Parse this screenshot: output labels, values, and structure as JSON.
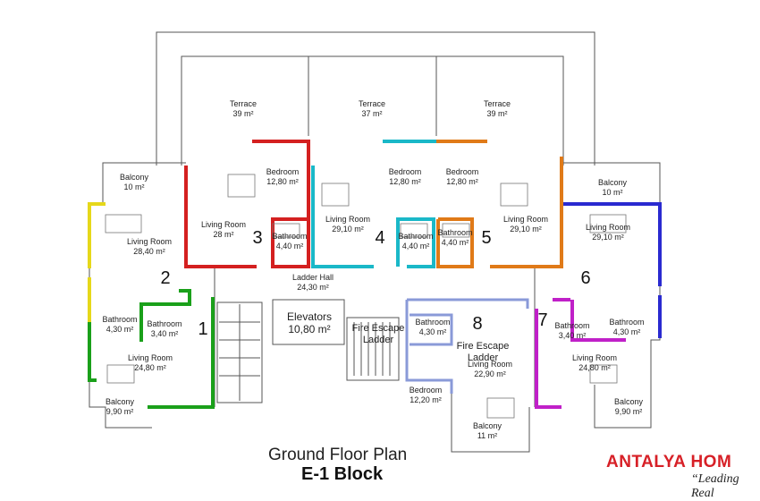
{
  "plan": {
    "title": "Ground Floor Plan",
    "subtitle": "E-1 Block"
  },
  "brand": {
    "name": "ANTALYA HOM",
    "tagline": "“Leading Real"
  },
  "unit_numbers": [
    "1",
    "2",
    "3",
    "4",
    "5",
    "6",
    "7",
    "8"
  ],
  "rooms": {
    "terrace_left": {
      "name": "Terrace",
      "area": "39 m²"
    },
    "terrace_mid": {
      "name": "Terrace",
      "area": "37 m²"
    },
    "terrace_right": {
      "name": "Terrace",
      "area": "39 m²"
    },
    "balcony_tl": {
      "name": "Balcony",
      "area": "10 m²"
    },
    "balcony_tr": {
      "name": "Balcony",
      "area": "10 m²"
    },
    "bedroom_3": {
      "name": "Bedroom",
      "area": "12,80 m²"
    },
    "bedroom_4": {
      "name": "Bedroom",
      "area": "12,80 m²"
    },
    "bedroom_5": {
      "name": "Bedroom",
      "area": "12,80 m²"
    },
    "living_2": {
      "name": "Living Room",
      "area": "28,40 m²"
    },
    "living_3": {
      "name": "Living Room",
      "area": "28 m²"
    },
    "living_4": {
      "name": "Living Room",
      "area": "29,10 m²"
    },
    "living_5": {
      "name": "Living Room",
      "area": "29,10 m²"
    },
    "living_6": {
      "name": "Living Room",
      "area": "29,10 m²"
    },
    "bath_3": {
      "name": "Bathroom",
      "area": "4,40 m²"
    },
    "bath_4": {
      "name": "Bathroom",
      "area": "4,40 m²"
    },
    "bath_5": {
      "name": "Bathroom",
      "area": "4,40 m²"
    },
    "ladder_hall": {
      "name": "Ladder Hall",
      "area": "24,30 m²"
    },
    "elevators": {
      "name": "Elevators",
      "area": "10,80 m²"
    },
    "fire_escape_mid": {
      "name": "Fire Escape",
      "area": "Ladder"
    },
    "fire_escape_right": {
      "name": "Fire Escape",
      "area": "Ladder"
    },
    "bath_1a": {
      "name": "Bathroom",
      "area": "4,30 m²"
    },
    "bath_1b": {
      "name": "Bathroom",
      "area": "3,40 m²"
    },
    "bath_8": {
      "name": "Bathroom",
      "area": "4,30 m²"
    },
    "bath_7a": {
      "name": "Bathroom",
      "area": "3,40 m²"
    },
    "bath_7b": {
      "name": "Bathroom",
      "area": "4,30 m²"
    },
    "living_1": {
      "name": "Living Room",
      "area": "24,80 m²"
    },
    "living_8": {
      "name": "Living Room",
      "area": "22,90 m²"
    },
    "living_7": {
      "name": "Living Room",
      "area": "24,80 m²"
    },
    "bedroom_8": {
      "name": "Bedroom",
      "area": "12,20 m²"
    },
    "balcony_bl": {
      "name": "Balcony",
      "area": "9,90 m²"
    },
    "balcony_bm": {
      "name": "Balcony",
      "area": "11 m²"
    },
    "balcony_br": {
      "name": "Balcony",
      "area": "9,90 m²"
    }
  },
  "unit_colors": {
    "unit1": "#1aa01a",
    "unit2": "#e6d81a",
    "unit3": "#d42020",
    "unit4": "#1ab8c8",
    "unit5": "#e07a18",
    "unit6": "#2a2ad0",
    "unit7": "#c020c8",
    "unit8": "#8a9ad8"
  }
}
